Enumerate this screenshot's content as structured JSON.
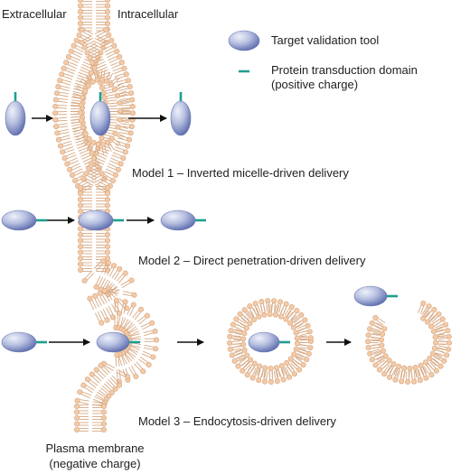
{
  "labels": {
    "extracellular": "Extracellular",
    "intracellular": "Intracellular",
    "model1": "Model 1 – Inverted micelle-driven delivery",
    "model2": "Model 2 – Direct penetration-driven delivery",
    "model3": "Model 3 – Endocytosis-driven delivery",
    "membrane_line1": "Plasma membrane",
    "membrane_line2": "(negative charge)"
  },
  "legend": {
    "tool": "Target validation tool",
    "ptd_line1": "Protein transduction domain",
    "ptd_line2": "(positive charge)"
  },
  "colors": {
    "lipid_head": "#f2cba8",
    "lipid_head_stroke": "#d8a27c",
    "lipid_tail": "#d6a882",
    "tool_light": "#dde3f3",
    "tool_dark": "#4e5fa6",
    "ptd": "#1f9e8f",
    "arrow": "#111111"
  }
}
